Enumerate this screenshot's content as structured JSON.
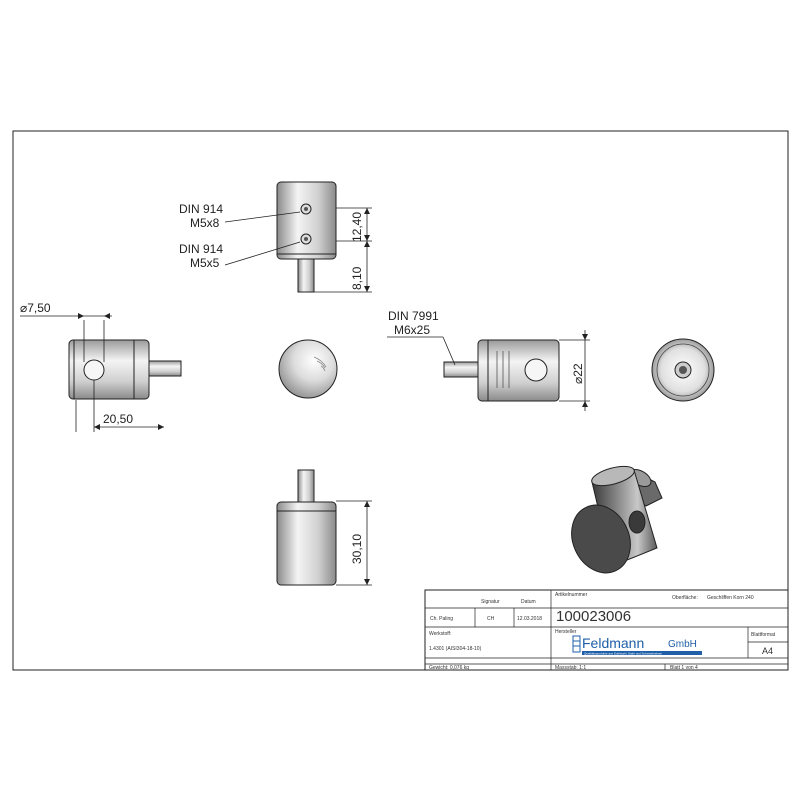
{
  "views": {
    "top": {
      "callout_1_line1": "DIN 914",
      "callout_1_line2": "M5x8",
      "callout_2_line1": "DIN 914",
      "callout_2_line2": "M5x5",
      "dim_body": "12,40",
      "dim_pin": "8,10"
    },
    "left": {
      "dim_hole": "⌀7,50",
      "dim_hole_pos": "20,50"
    },
    "right": {
      "callout_line1": "DIN 7991",
      "callout_line2": "M6x25",
      "dim_diameter": "⌀22"
    },
    "bottom": {
      "dim_length": "30,10"
    }
  },
  "title_block": {
    "col_author": "Ch. Paling",
    "col_signature_header": "Signatur",
    "col_signature": "CH",
    "col_date_header": "Datum",
    "col_date": "12.03.2018",
    "article_label": "Artikelnummer",
    "article_number": "100023006",
    "surface_label": "Oberfläche:",
    "surface_value": "Geschliffen Korn 240",
    "material_label": "Werkstoff:",
    "material_value": "1.4301 (AISI304-18-10)",
    "manufacturer_label": "Hersteller",
    "company_name": "Feldmann",
    "company_suffix": "GmbH",
    "company_tagline": "Qualitätsprodukte aus Edelstahl, Stahl und Schmiedeeisen",
    "format_label": "Blattformat",
    "format_value": "A4",
    "weight_label": "Gewicht: 0,076 kg",
    "scale_label": "Massstab: 1:1",
    "sheet_label": "Blatt 1 von 4"
  },
  "colors": {
    "line": "#222222",
    "logo_blue": "#1f5fa8",
    "metal_dark": "#4a4a4a"
  }
}
